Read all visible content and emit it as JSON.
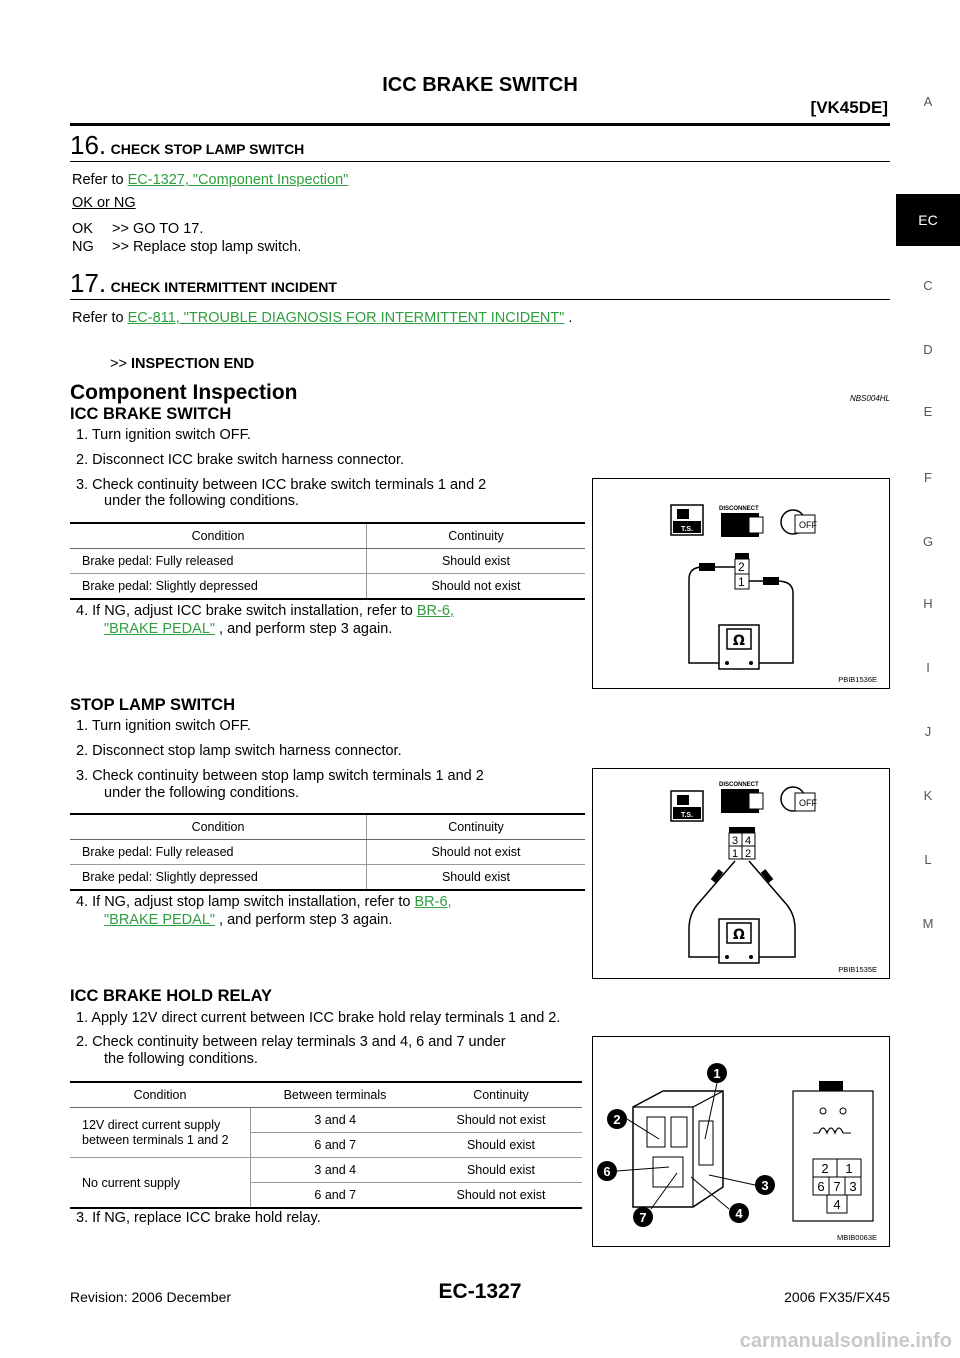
{
  "header": {
    "title": "ICC BRAKE SWITCH",
    "engine": "[VK45DE]"
  },
  "side_tabs": [
    "A",
    "EC",
    "C",
    "D",
    "E",
    "F",
    "G",
    "H",
    "I",
    "J",
    "K",
    "L",
    "M"
  ],
  "active_tab": "EC",
  "step16": {
    "num": "16.",
    "title": "CHECK STOP LAMP SWITCH",
    "refer_prefix": "Refer to ",
    "refer_link": "EC-1327, \"Component Inspection\"",
    "ok_or_ng": "OK or NG",
    "ok_label": "OK",
    "ok_action": ">> GO TO 17.",
    "ng_label": "NG",
    "ng_action": ">> Replace stop lamp switch."
  },
  "step17": {
    "num": "17.",
    "title": "CHECK INTERMITTENT INCIDENT",
    "refer_prefix": "Refer to ",
    "refer_link": "EC-811, \"TROUBLE DIAGNOSIS FOR INTERMITTENT INCIDENT\"",
    "refer_suffix": " .",
    "end_prefix": ">>",
    "end_text": "INSPECTION END"
  },
  "component": {
    "title": "Component Inspection",
    "code": "NBS004HL",
    "brake_switch": {
      "title": "ICC BRAKE SWITCH",
      "steps": [
        "1.  Turn ignition switch OFF.",
        "2.  Disconnect ICC brake switch harness connector.",
        "3.  Check continuity between ICC brake switch terminals 1 and 2",
        "under the following conditions."
      ],
      "table": {
        "headers": [
          "Condition",
          "Continuity"
        ],
        "rows": [
          [
            "Brake pedal: Fully released",
            "Should exist"
          ],
          [
            "Brake pedal: Slightly depressed",
            "Should not exist"
          ]
        ]
      },
      "step4_a": "4.  If NG, adjust ICC brake switch installation, refer to ",
      "step4_link_a": "BR-6,",
      "step4_link_b": "\"BRAKE PEDAL\"",
      "step4_b": " , and perform step 3 again.",
      "figure": {
        "code": "PBIB1536E",
        "disconnect": "DISCONNECT",
        "ts": "T.S.",
        "off": "OFF",
        "terminals": [
          "2",
          "1"
        ]
      }
    },
    "stop_lamp": {
      "title": "STOP LAMP SWITCH",
      "steps": [
        "1.  Turn ignition switch OFF.",
        "2.  Disconnect stop lamp switch harness connector.",
        "3.  Check continuity between stop lamp switch terminals 1 and 2",
        "under the following conditions."
      ],
      "table": {
        "headers": [
          "Condition",
          "Continuity"
        ],
        "rows": [
          [
            "Brake pedal: Fully released",
            "Should not exist"
          ],
          [
            "Brake pedal: Slightly depressed",
            "Should exist"
          ]
        ]
      },
      "step4_a": "4.  If NG, adjust stop lamp switch installation, refer to ",
      "step4_link_a": "BR-6,",
      "step4_link_b": "\"BRAKE PEDAL\"",
      "step4_b": " , and perform step 3 again.",
      "figure": {
        "code": "PBIB1535E",
        "disconnect": "DISCONNECT",
        "ts": "T.S.",
        "off": "OFF",
        "terminals": [
          "3",
          "4",
          "1",
          "2"
        ]
      }
    },
    "hold_relay": {
      "title": "ICC BRAKE HOLD RELAY",
      "steps": [
        "1.  Apply 12V direct current between ICC brake hold relay terminals 1 and 2.",
        "2.  Check continuity between relay terminals 3 and 4, 6 and 7 under",
        "the following conditions."
      ],
      "table": {
        "headers": [
          "Condition",
          "Between terminals",
          "Continuity"
        ],
        "cond1_a": "12V direct current supply",
        "cond1_b": "between terminals 1 and 2",
        "cond2": "No current supply",
        "rows": [
          [
            "3 and 4",
            "Should not exist"
          ],
          [
            "6 and 7",
            "Should exist"
          ],
          [
            "3 and 4",
            "Should exist"
          ],
          [
            "6 and 7",
            "Should not exist"
          ]
        ]
      },
      "step3": "3.  If NG, replace ICC brake hold relay.",
      "figure": {
        "code": "MBIB0063E",
        "callouts": [
          "1",
          "2",
          "6",
          "3",
          "7",
          "4"
        ],
        "terminals": [
          "2",
          "1",
          "6",
          "7",
          "3",
          "4"
        ]
      }
    }
  },
  "footer": {
    "revision": "Revision: 2006 December",
    "page": "EC-1327",
    "model": "2006 FX35/FX45",
    "watermark": "carmanualsonline.info"
  }
}
